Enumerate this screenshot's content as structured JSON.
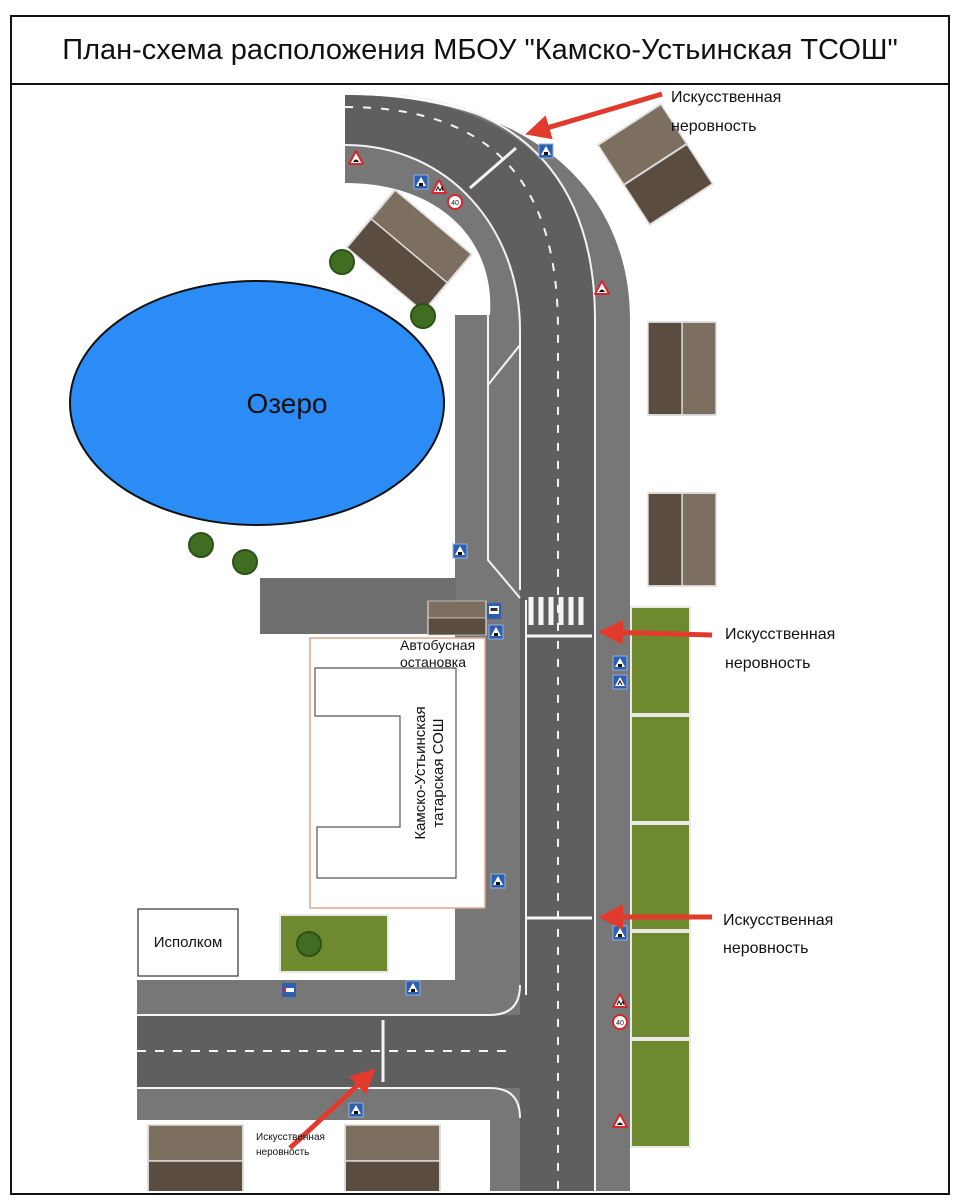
{
  "title": "План-схема расположения МБОУ \"Камско-Устьинская ТСОШ\"",
  "labels": {
    "lake": "Озеро",
    "bus_stop_line1": "Автобусная",
    "bus_stop_line2": "остановка",
    "school_line1": "Камско-Устьинская",
    "school_line2": "татарская СОШ",
    "executive_committee": "Исполком"
  },
  "annotations": [
    {
      "line1": "Искусственная",
      "line2": "неровность"
    },
    {
      "line1": "Искусственная",
      "line2": "неровность"
    },
    {
      "line1": "Искусственная",
      "line2": "неровность"
    },
    {
      "line1": "Искусственная",
      "line2": "неровность"
    }
  ],
  "signs": {
    "speed_limit": "40"
  },
  "colors": {
    "lake": "#2b8cf5",
    "road": "#6f6f6f",
    "carriageway": "#5e5e5e",
    "grass": "#6f8a2e",
    "roof_light": "#7d6f60",
    "roof_dark": "#5a4d40",
    "arrow": "#e23b2e",
    "sign_blue": "#2d5fb0",
    "sign_red": "#d8262e"
  }
}
